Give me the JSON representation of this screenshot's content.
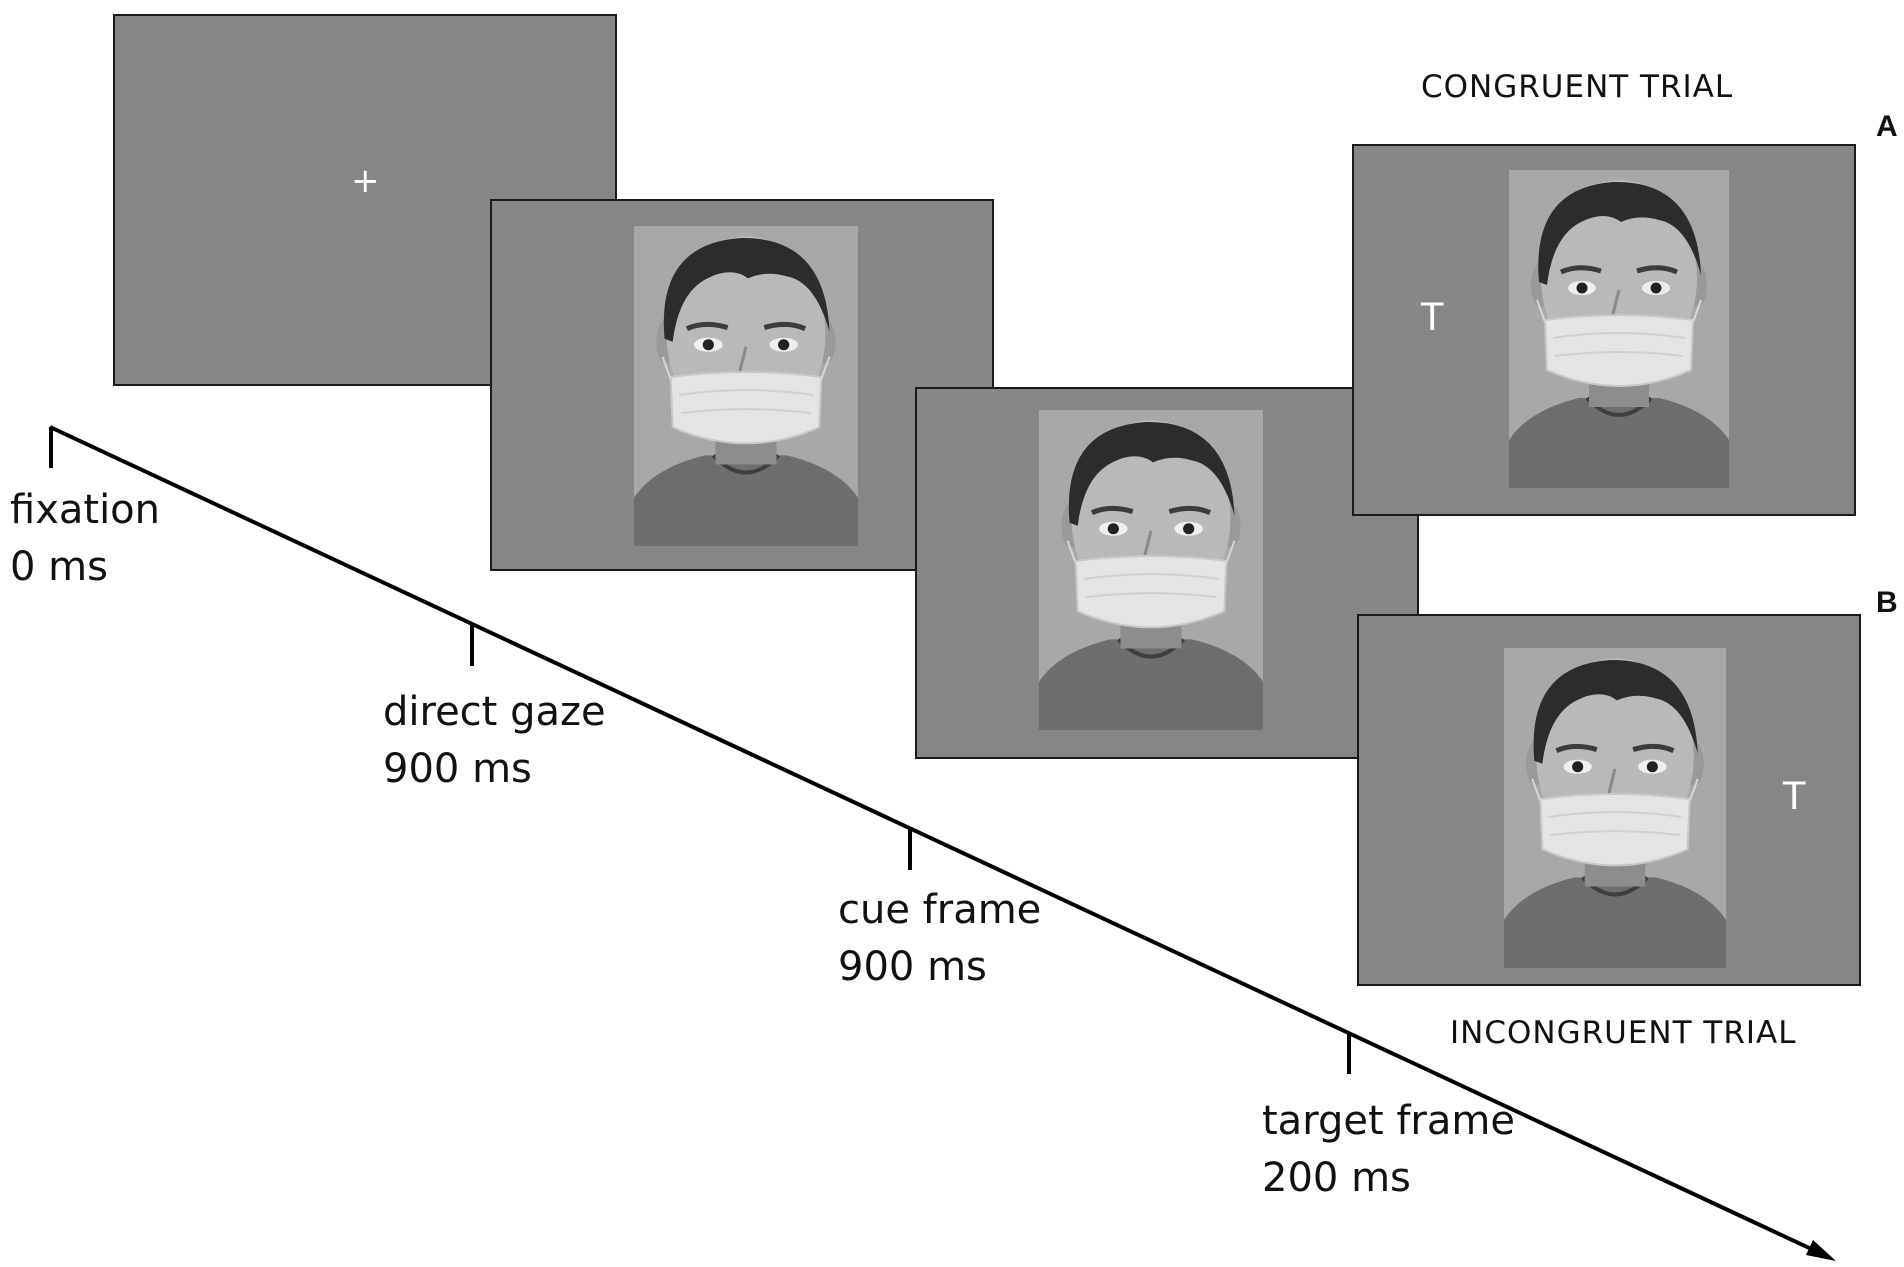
{
  "frames": {
    "fixation": {
      "symbol": "+"
    },
    "direct_gaze": {},
    "cue": {},
    "target_congruent": {
      "target": "T"
    },
    "target_incongruent": {
      "target": "T"
    }
  },
  "timeline": {
    "steps": [
      {
        "name": "fixation",
        "duration": "0 ms"
      },
      {
        "name": "direct gaze",
        "duration": "900 ms"
      },
      {
        "name": "cue frame",
        "duration": "900 ms"
      },
      {
        "name": "target frame",
        "duration": "200 ms"
      }
    ]
  },
  "labels": {
    "congruent": "CONGRUENT TRIAL",
    "incongruent": "INCONGRUENT TRIAL",
    "panel_a": "A",
    "panel_b": "B"
  },
  "colors": {
    "frame_background": "#868686",
    "photo_background": "#a9a9a9",
    "mask": "#e4e4e4",
    "text": "#111111"
  }
}
